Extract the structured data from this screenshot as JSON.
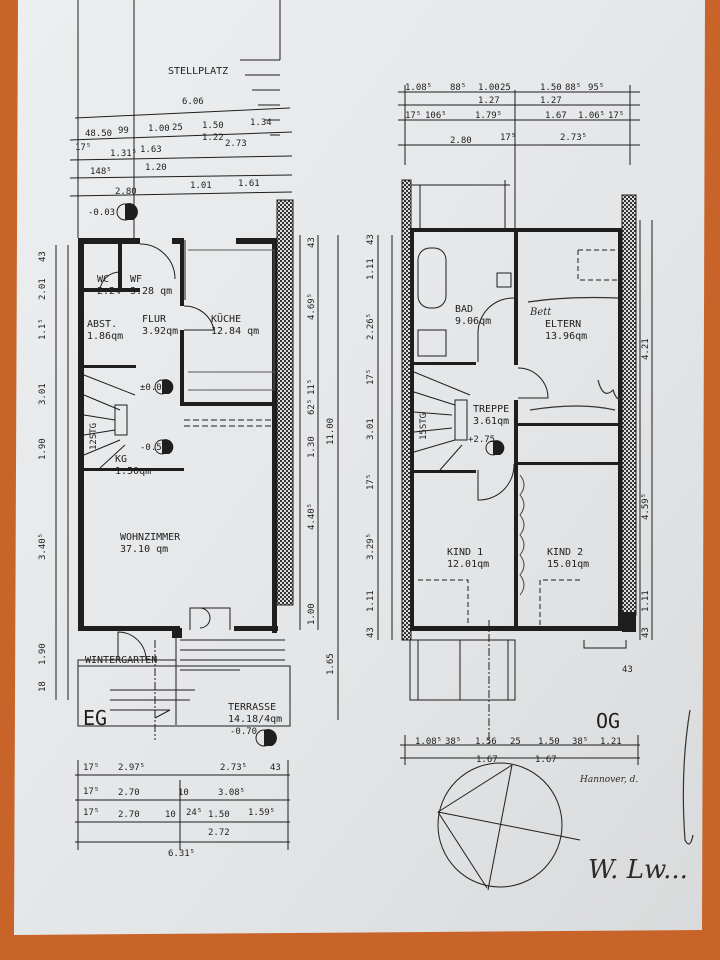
{
  "document": {
    "type": "floor plan photocopy",
    "colors": {
      "paper": "#e6e8ea",
      "background": "#c8642a",
      "ink": "#1e1e1e"
    }
  },
  "eg": {
    "floor_label": "EG",
    "parking_label": "STELLPLATZ",
    "rooms": [
      {
        "name": "WC",
        "area": "2.24"
      },
      {
        "name": "WF",
        "area": "3.28 qm"
      },
      {
        "name": "ABST.",
        "area": "1.86qm"
      },
      {
        "name": "FLUR",
        "area": "3.92qm"
      },
      {
        "name": "KÜCHE",
        "area": "12.84 qm"
      },
      {
        "name": "WOHNZIMMER",
        "area": "37.10 qm"
      },
      {
        "name": "KG",
        "area": "1.50qm"
      },
      {
        "name": "WINTERGARTEN",
        "area": ""
      },
      {
        "name": "TERRASSE",
        "area": "14.18/4qm"
      }
    ],
    "levels": [
      "-0.03",
      "±0.0",
      "-0.55",
      "-0.70"
    ],
    "stairs": "12STG",
    "dims_top": [
      "6.06",
      "48.50",
      "99",
      "1.00",
      "25",
      "1.50",
      "1.34",
      "1.22",
      "2.73",
      "1.63",
      "1.20",
      "1.01",
      "1.61",
      "2.80",
      "17⁵",
      "148⁵",
      "1.31⁵"
    ],
    "dims_left": [
      "43",
      "2.01",
      "1.1⁵",
      "3.01",
      "1.90",
      "3.40⁵",
      "1.90",
      "18"
    ],
    "dims_right": [
      "43",
      "4.69⁵",
      "11⁵",
      "62⁵",
      "1.30",
      "11.00",
      "4.40⁵",
      "1.00",
      "1.65"
    ],
    "dims_bottom": [
      "17⁵",
      "2.97⁵",
      "2.73⁵",
      "43",
      "17⁵",
      "2.70",
      "10",
      "3.08⁵",
      "17⁵",
      "2.70",
      "10",
      "24⁵",
      "1.50",
      "1.59⁵",
      "2.72",
      "6.31⁵"
    ]
  },
  "og": {
    "floor_label": "OG",
    "rooms": [
      {
        "name": "BAD",
        "area": "9.06qm"
      },
      {
        "name": "ELTERN",
        "area": "13.96qm"
      },
      {
        "name": "TREPPE",
        "area": "3.61qm"
      },
      {
        "name": "KIND 1",
        "area": "12.01qm"
      },
      {
        "name": "KIND 2",
        "area": "15.01qm"
      }
    ],
    "levels": [
      "+2.75"
    ],
    "stairs": "15STG",
    "dims_top": [
      "1.08⁵",
      "88⁵",
      "1.00",
      "25",
      "1.50",
      "88⁵",
      "95⁵",
      "1.27",
      "1.27",
      "17⁵",
      "106⁵",
      "1.79⁵",
      "1.67",
      "1.06⁵",
      "17⁵",
      "2.80",
      "17⁵",
      "2.73⁵"
    ],
    "dims_left": [
      "43",
      "1.11",
      "2.26⁵",
      "17⁵",
      "3.01",
      "17⁵",
      "3.29⁵",
      "1.11",
      "43"
    ],
    "dims_right": [
      "4.21",
      "4.59⁵",
      "1.11",
      "43",
      "43"
    ],
    "dims_bottom": [
      "1.08⁵",
      "38⁵",
      "1.56",
      "25",
      "1.50",
      "38⁵",
      "1.21",
      "1.67",
      "1.67"
    ]
  },
  "handwriting": {
    "annotation_bed": "Bett",
    "place": "Hannover, d.",
    "signature": "W. Lw..."
  }
}
